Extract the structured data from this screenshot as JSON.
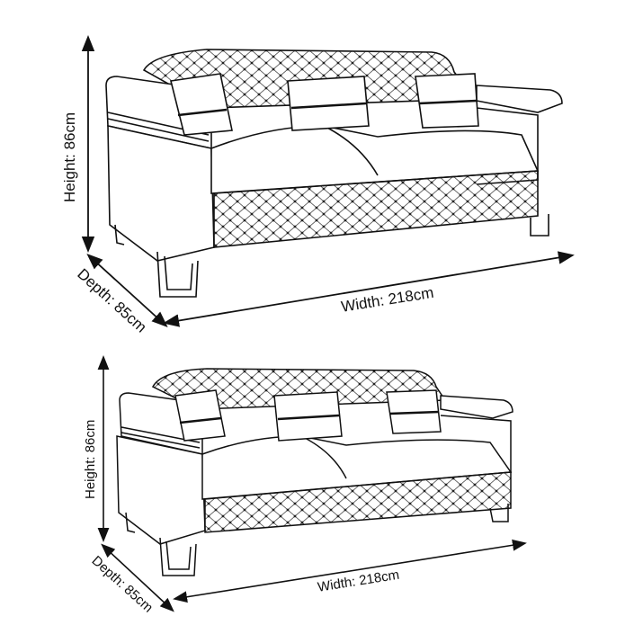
{
  "diagrams": [
    {
      "name": "sofa-top",
      "height_label": "Height: 86cm",
      "depth_label": "Depth: 85cm",
      "width_label": "Width: 218cm"
    },
    {
      "name": "sofa-bottom",
      "height_label": "Height: 86cm",
      "depth_label": "Depth: 85cm",
      "width_label": "Width: 218cm"
    }
  ],
  "colors": {
    "line": "#111111",
    "background": "#ffffff"
  }
}
